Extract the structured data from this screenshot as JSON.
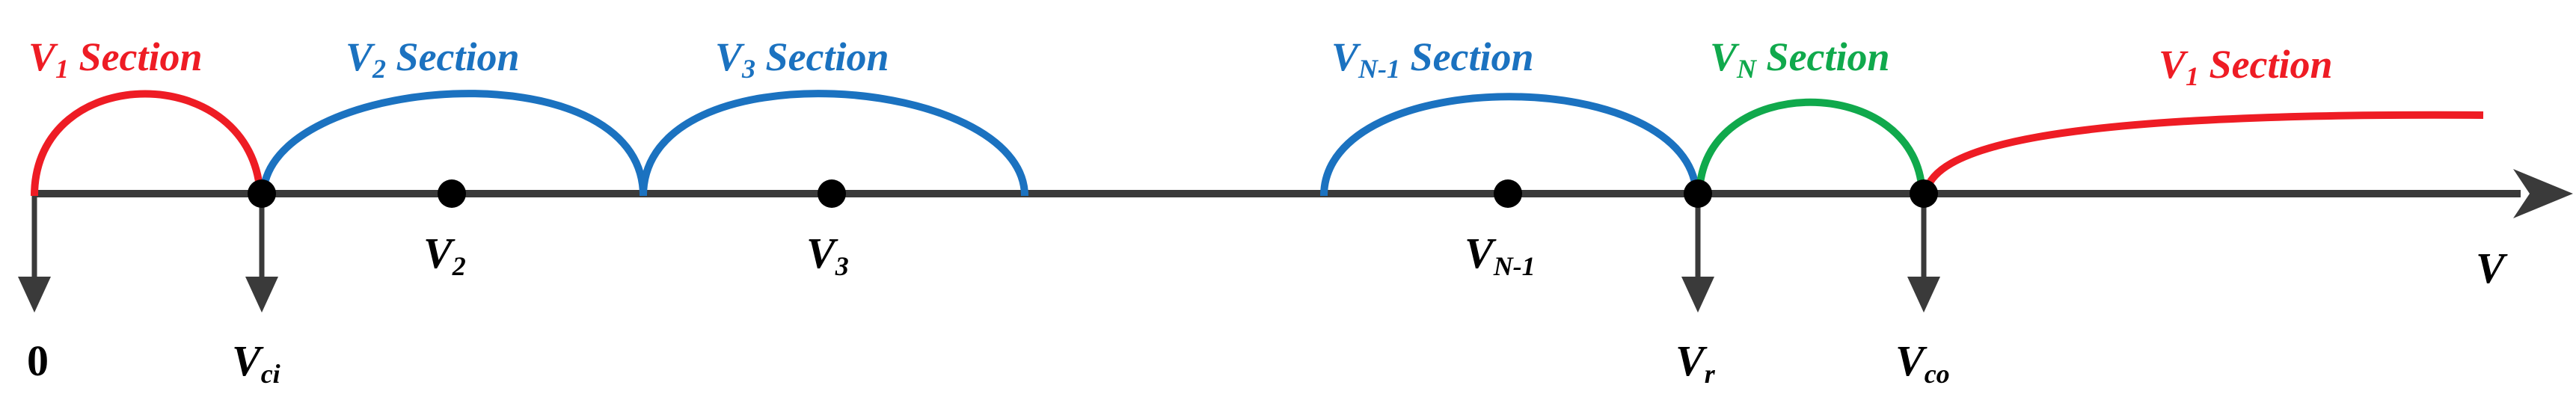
{
  "colors": {
    "axis": "#3a3a3a",
    "v1": "#ee1c24",
    "mid": "#1b72c0",
    "vn": "#10a94c",
    "point": "#000000"
  },
  "sections": [
    {
      "base": "V",
      "sub": "1",
      "rest": " Section",
      "color": "v1"
    },
    {
      "base": "V",
      "sub": "2",
      "rest": " Section",
      "color": "mid"
    },
    {
      "base": "V",
      "sub": "3",
      "rest": " Section",
      "color": "mid"
    },
    {
      "base": "V",
      "sub": "N-1",
      "rest": " Section",
      "color": "mid"
    },
    {
      "base": "V",
      "sub": "N",
      "rest": " Section",
      "color": "vn"
    },
    {
      "base": "V",
      "sub": "1",
      "rest": " Section",
      "color": "v1"
    }
  ],
  "points": [
    {
      "base": "V",
      "sub": "2"
    },
    {
      "base": "V",
      "sub": "3"
    },
    {
      "base": "V",
      "sub": "N-1"
    }
  ],
  "markers": [
    {
      "base": "0",
      "sub": ""
    },
    {
      "base": "V",
      "sub": "ci"
    },
    {
      "base": "V",
      "sub": "r"
    },
    {
      "base": "V",
      "sub": "co"
    }
  ],
  "axis_label": "V"
}
